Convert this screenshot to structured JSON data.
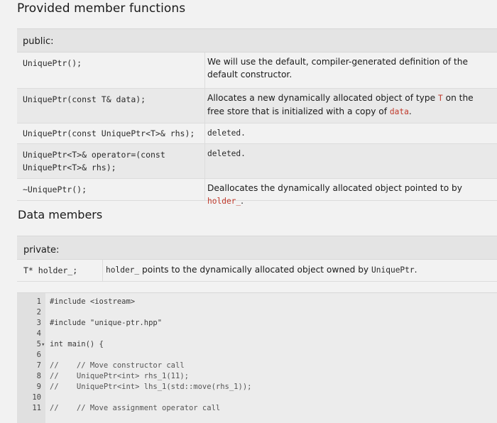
{
  "title": "Provided member functions",
  "functions": {
    "header": "public:",
    "rows": [
      {
        "sig": "UniquePtr();",
        "desc": [
          {
            "t": "We will use the default, compiler-generated definition of the default constructor."
          }
        ]
      },
      {
        "sig": "UniquePtr(const T& data);",
        "desc": [
          {
            "t": "Allocates a new dynamically allocated object of type "
          },
          {
            "c": "T"
          },
          {
            "t": " on the free store that is initialized with a copy of "
          },
          {
            "c": "data"
          },
          {
            "t": "."
          }
        ]
      },
      {
        "sig": "UniquePtr(const UniquePtr<T>& rhs);",
        "desc": [
          {
            "c": "deleted."
          }
        ]
      },
      {
        "sig": "UniquePtr<T>& operator=(const UniquePtr<T>& rhs);",
        "desc": [
          {
            "c": "deleted."
          }
        ]
      },
      {
        "sig": "~UniquePtr();",
        "desc": [
          {
            "t": "Deallocates the dynamically allocated object pointed to by "
          },
          {
            "c": "holder_"
          },
          {
            "t": "."
          }
        ]
      }
    ]
  },
  "data_members_title": "Data members",
  "data_members": {
    "header": "private:",
    "sig": "T* holder_;",
    "desc_code1": "holder_",
    "desc_text": " points to the dynamically allocated object owned by ",
    "desc_code2": "UniquePtr",
    "desc_end": "."
  },
  "code_lines": [
    {
      "n": "1",
      "fold": "",
      "text": "#include <iostream>"
    },
    {
      "n": "2",
      "fold": "",
      "text": ""
    },
    {
      "n": "3",
      "fold": "",
      "text": "#include \"unique-ptr.hpp\""
    },
    {
      "n": "4",
      "fold": "",
      "text": ""
    },
    {
      "n": "5",
      "fold": "▾",
      "text": "int main() {"
    },
    {
      "n": "6",
      "fold": "",
      "text": ""
    },
    {
      "n": "7",
      "fold": "",
      "text": "//    // Move constructor call"
    },
    {
      "n": "8",
      "fold": "",
      "text": "//    UniquePtr<int> rhs_1(11);"
    },
    {
      "n": "9",
      "fold": "",
      "text": "//    UniquePtr<int> lhs_1(std::move(rhs_1));"
    },
    {
      "n": "10",
      "fold": "",
      "text": ""
    },
    {
      "n": "11",
      "fold": "",
      "text": "//    // Move assignment operator call"
    }
  ]
}
